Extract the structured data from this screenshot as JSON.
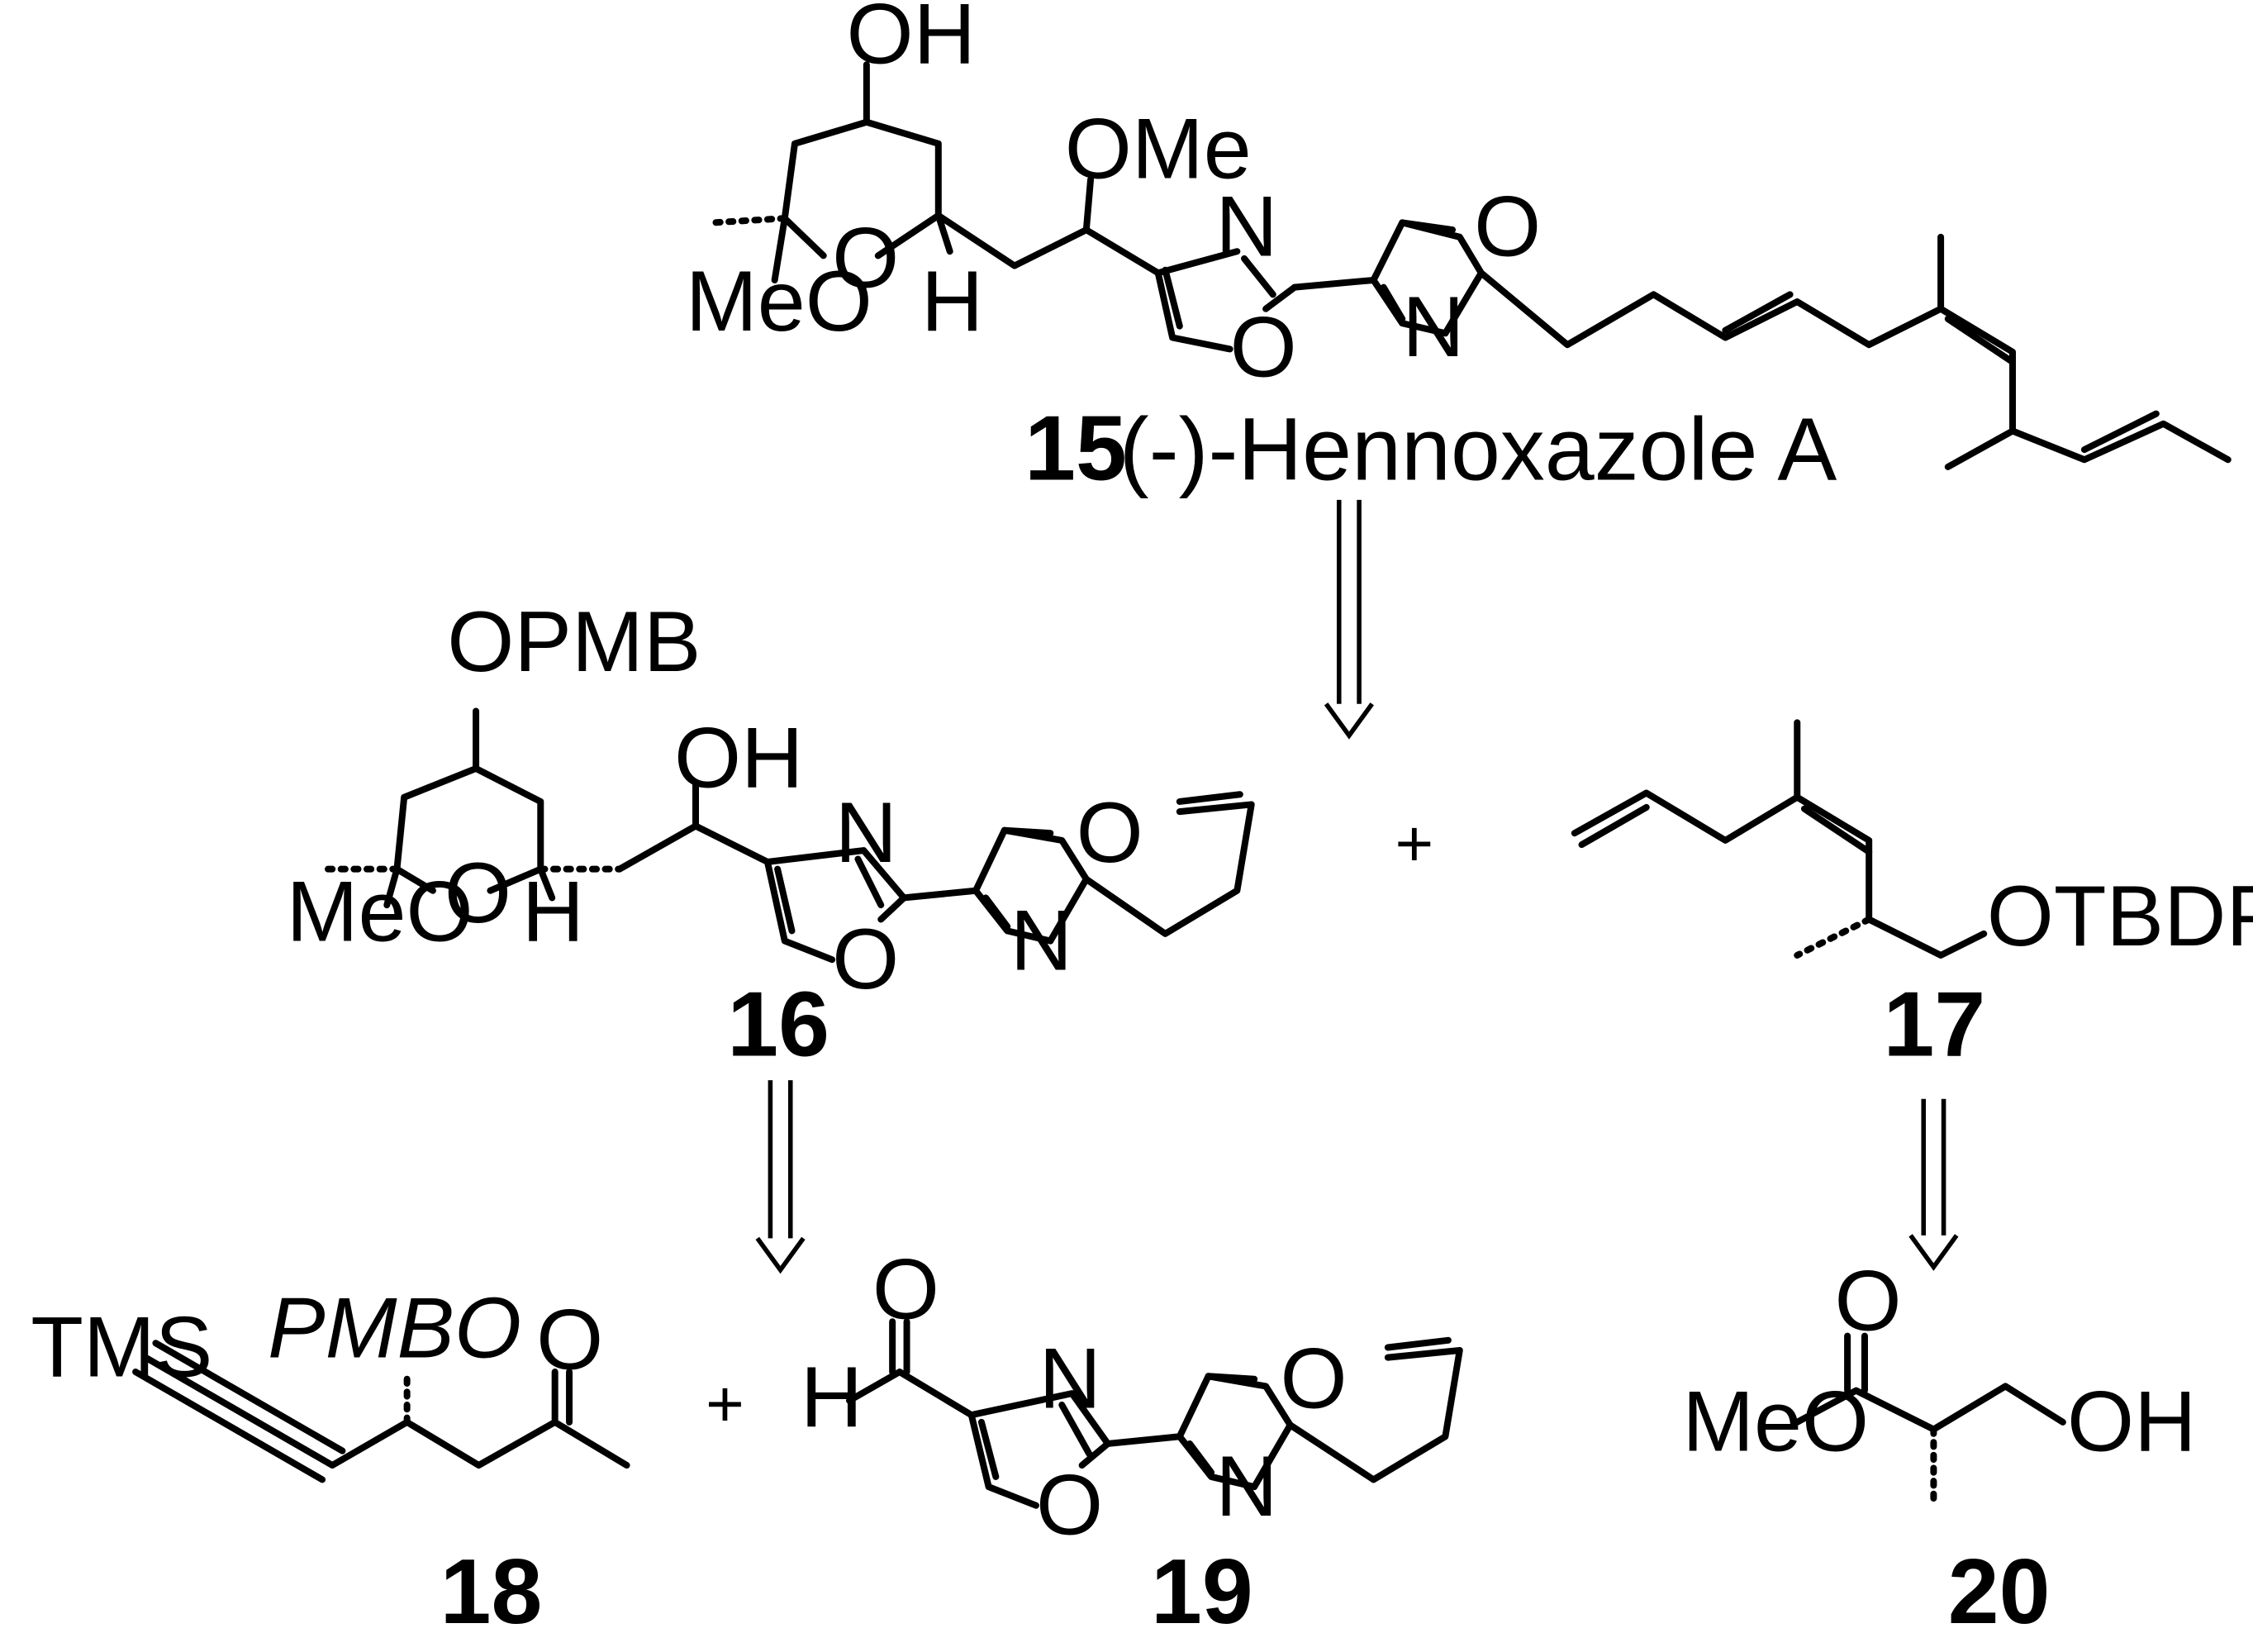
{
  "scheme": {
    "compound_15": {
      "number": "15",
      "name": "(-)-Hennoxazole A",
      "atoms": {
        "oh": "OH",
        "ome_side": "OMe",
        "meo": "MeO",
        "o_ring": "O",
        "h": "H",
        "n1": "N",
        "o1": "O",
        "o2": "O",
        "n2": "N"
      }
    },
    "compound_16": {
      "number": "16",
      "atoms": {
        "opmb": "OPMB",
        "oh": "OH",
        "meo": "MeO",
        "o_ring": "O",
        "h": "H",
        "n1": "N",
        "o1": "O",
        "o2": "O",
        "n2": "N"
      }
    },
    "compound_17": {
      "number": "17",
      "atoms": {
        "otbdps": "OTBDPS"
      }
    },
    "compound_18": {
      "number": "18",
      "atoms": {
        "tms": "TMS",
        "pmbo": "PMBO",
        "o": "O"
      }
    },
    "compound_19": {
      "number": "19",
      "atoms": {
        "o_ald": "O",
        "h": "H",
        "n1": "N",
        "o1": "O",
        "o2": "O",
        "n2": "N"
      }
    },
    "compound_20": {
      "number": "20",
      "atoms": {
        "o": "O",
        "meo": "MeO",
        "oh": "OH"
      }
    },
    "plus_signs": [
      "+",
      "+"
    ]
  }
}
